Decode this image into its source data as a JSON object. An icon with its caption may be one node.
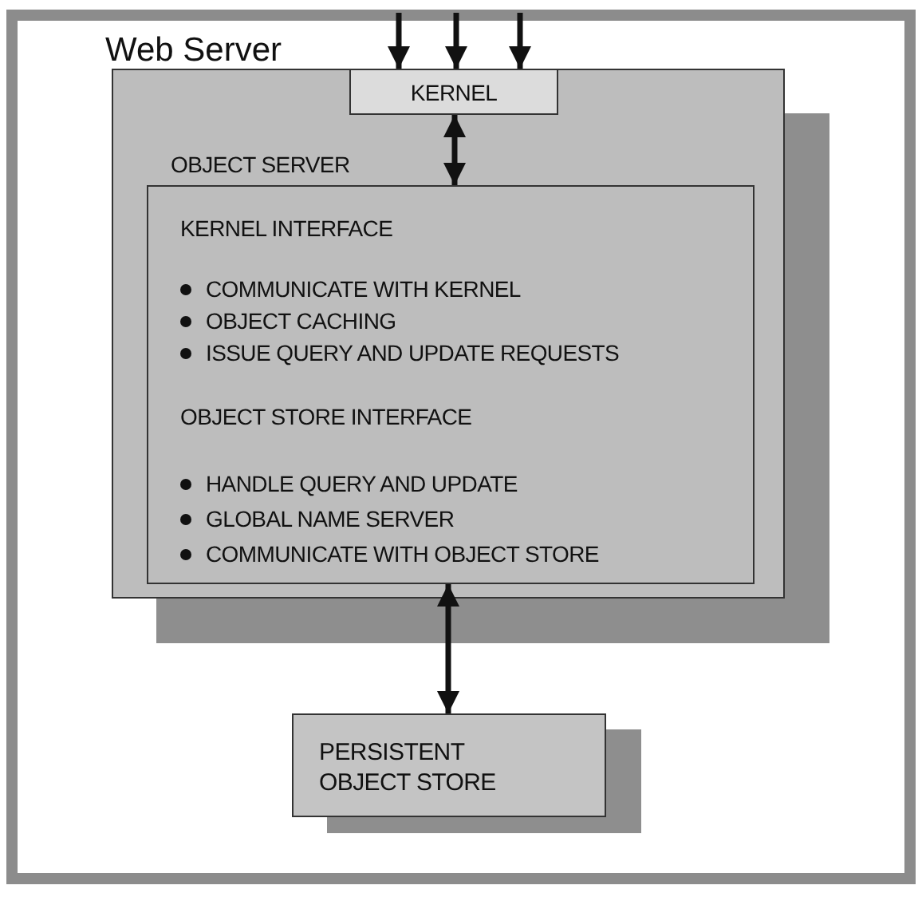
{
  "diagram": {
    "nodes": [
      {
        "text": [
          "Web Server"
        ]
      },
      {
        "text": [
          "OBJECT SERVER"
        ],
        "in": 0
      },
      {
        "text": [
          "KERNEL"
        ],
        "in": 1
      },
      {
        "text": [
          "KERNEL INTERFACE",
          "COMMUNICATE WITH KERNEL",
          "OBJECT CACHING",
          "ISSUE QUERY AND UPDATE REQUESTS",
          "OBJECT STORE INTERFACE",
          "HANDLE QUERY AND UPDATE",
          "GLOBAL NAME SERVER",
          "COMMUNICATE WITH OBJECT STORE"
        ],
        "in": 1
      },
      {
        "text": [
          "PERSISTENT OBJECT STORE"
        ],
        "in": 0
      }
    ],
    "edges": [
      {
        "from": null,
        "to": 2,
        "arrow": "to"
      },
      {
        "from": null,
        "to": 2,
        "arrow": "to"
      },
      {
        "from": null,
        "to": 2,
        "arrow": "to"
      },
      {
        "from": 2,
        "to": 3,
        "arrow": "both"
      },
      {
        "from": 3,
        "to": 4,
        "arrow": "both"
      }
    ]
  }
}
